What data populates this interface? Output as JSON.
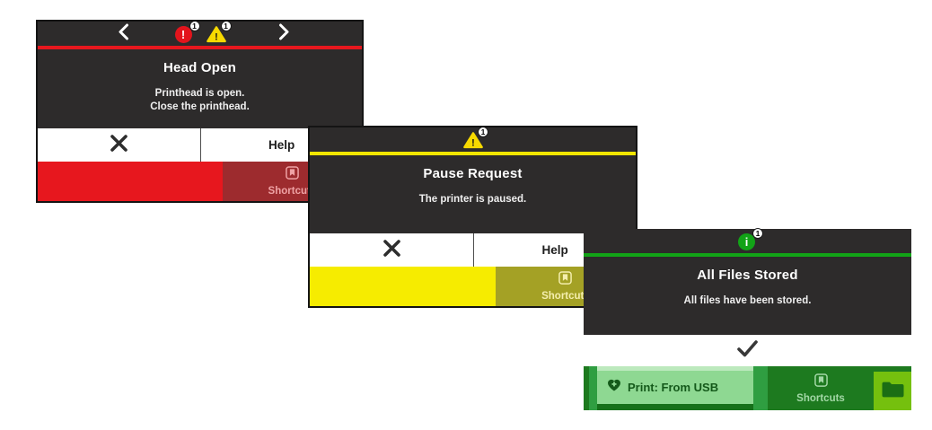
{
  "colors": {
    "screen_background": "#2d2b2b",
    "error_accent": "#e7171e",
    "error_shortcuts_bg": "#9d2b2e",
    "warning_accent": "#f6ec00",
    "warning_shortcuts_bg": "#a4a125",
    "success_accent": "#12a317",
    "bar_green_medium": "#2f9e41",
    "bar_green_dark": "#1d7a1f",
    "bar_green_lime": "#75c00e",
    "print_button_green_light": "#8ed892"
  },
  "icons": {
    "prev": "chevron-left-icon",
    "next": "chevron-right-icon",
    "error": "error-exclamation-circle-icon",
    "warning": "warning-triangle-icon",
    "info": "info-circle-icon",
    "close": "x-close-icon",
    "confirm": "checkmark-icon",
    "shortcuts": "bookmark-icon",
    "favorite": "heart-plus-icon",
    "files": "folder-icon"
  },
  "screens": [
    {
      "name": "head-open",
      "title": "Head Open",
      "message_line1": "Printhead is open.",
      "message_line2": "Close the printhead.",
      "header": {
        "has_prev": true,
        "has_next": true,
        "alert_icons": [
          {
            "icon": "error-exclamation-circle-icon",
            "count": "1"
          },
          {
            "icon": "warning-triangle-icon",
            "count": "1"
          }
        ]
      },
      "help_label": "Help",
      "shortcuts_label": "Shortcuts"
    },
    {
      "name": "pause-request",
      "title": "Pause Request",
      "message_line1": "The printer is paused.",
      "header": {
        "alert_icons": [
          {
            "icon": "warning-triangle-icon",
            "count": "1"
          }
        ]
      },
      "help_label": "Help",
      "shortcuts_label": "Shortcuts"
    },
    {
      "name": "all-files-stored",
      "title": "All Files Stored",
      "message_line1": "All files have been stored.",
      "header": {
        "alert_icons": [
          {
            "icon": "info-circle-icon",
            "count": "1"
          }
        ]
      },
      "bar": {
        "print_button_label": "Print: From USB",
        "shortcuts_label": "Shortcuts"
      }
    }
  ]
}
